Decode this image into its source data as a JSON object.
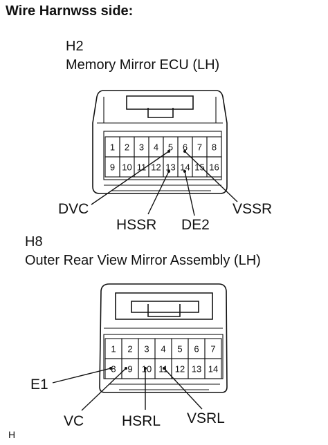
{
  "page_title": "Wire Harnwss side:",
  "connector_1": {
    "id": "H2",
    "name": "Memory Mirror ECU (LH)",
    "pins_row1": [
      "1",
      "2",
      "3",
      "4",
      "5",
      "6",
      "7",
      "8"
    ],
    "pins_row2": [
      "9",
      "10",
      "11",
      "12",
      "13",
      "14",
      "15",
      "16"
    ],
    "labels": {
      "dvc": "DVC",
      "hssr": "HSSR",
      "de2": "DE2",
      "vssr": "VSSR"
    }
  },
  "connector_2": {
    "id": "H8",
    "name": "Outer Rear View Mirror Assembly (LH)",
    "pins_row1": [
      "1",
      "2",
      "3",
      "4",
      "5",
      "6",
      "7"
    ],
    "pins_row2": [
      "8",
      "9",
      "10",
      "11",
      "12",
      "13",
      "14"
    ],
    "labels": {
      "e1": "E1",
      "vc": "VC",
      "hsrl": "HSRL",
      "vsrl": "VSRL"
    }
  },
  "footer_mark": "H"
}
